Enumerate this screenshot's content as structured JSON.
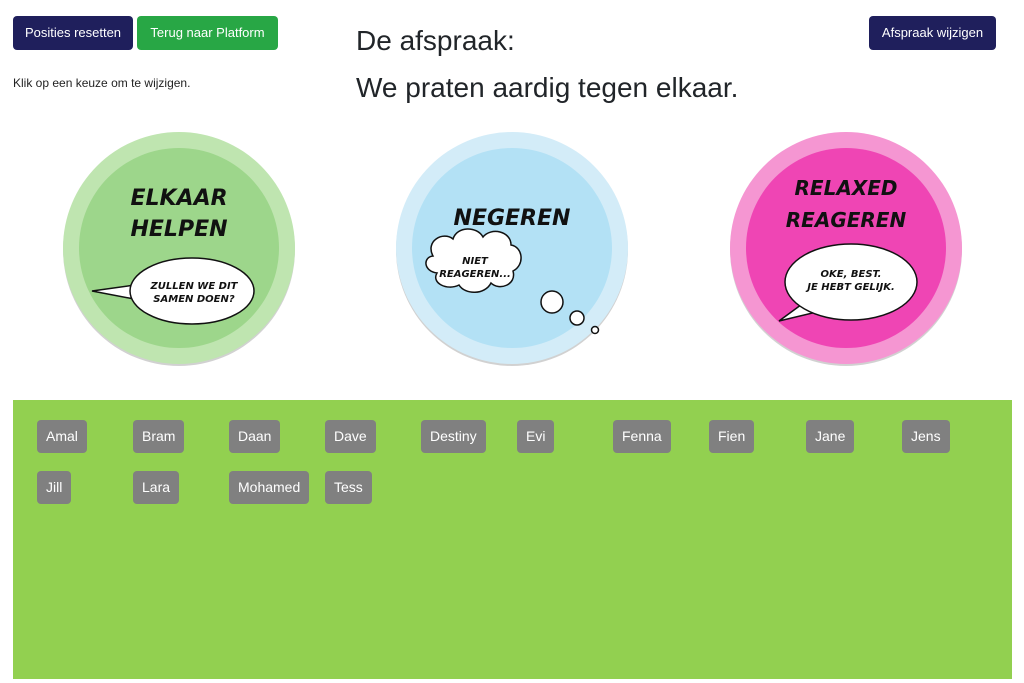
{
  "toolbar": {
    "reset_label": "Posities resetten",
    "back_label": "Terug naar Platform",
    "edit_label": "Afspraak wijzigen"
  },
  "hint": "Klik op een keuze om te wijzigen.",
  "agreement": {
    "heading": "De afspraak:",
    "text": "We praten aardig tegen elkaar."
  },
  "choices": [
    {
      "title_line1": "ELKAAR",
      "title_line2": "HELPEN",
      "bubble_line1": "ZULLEN WE DIT",
      "bubble_line2": "SAMEN DOEN?",
      "outer_color": "#bfe5b0",
      "inner_color": "#9dd68b"
    },
    {
      "title_line1": "NEGEREN",
      "bubble_line1": "NIET",
      "bubble_line2": "REAGEREN...",
      "outer_color": "#d3ecf8",
      "inner_color": "#b3e1f5"
    },
    {
      "title_line1": "RELAXED",
      "title_line2": "REAGEREN",
      "bubble_line1": "OKE, BEST.",
      "bubble_line2": "JE HEBT GELIJK.",
      "outer_color": "#f596d2",
      "inner_color": "#ef45b4"
    }
  ],
  "names": [
    "Amal",
    "Bram",
    "Daan",
    "Dave",
    "Destiny",
    "Evi",
    "Fenna",
    "Fien",
    "Jane",
    "Jens",
    "Jill",
    "Lara",
    "Mohamed",
    "Tess"
  ],
  "colors": {
    "dropzone": "#92d050",
    "tag": "#808080",
    "navy": "#1f1f5c",
    "green": "#28a745"
  }
}
